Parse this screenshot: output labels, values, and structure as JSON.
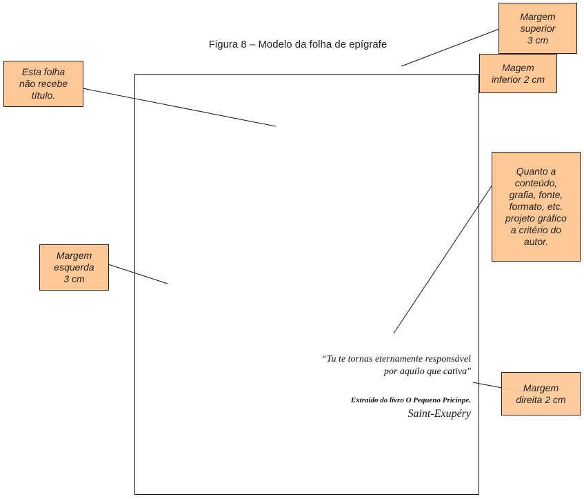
{
  "title": "Figura 8 – Modelo da folha de epígrafe",
  "callouts": {
    "superior": "Margem\nsuperior\n3 cm",
    "inferior": "Magem\ninferior 2 cm",
    "titulo": "Esta folha\nnão recebe\ntítulo.",
    "conteudo": "Quanto a\nconteúdo,\ngrafia, fonte,\nformato, etc.\nprojeto gráfico\na critério do\nautor.",
    "esquerda": "Margem\nesquerda\n3 cm",
    "direita": "Margem\ndireita 2 cm"
  },
  "epigraph": {
    "line1": "“Tu te tornas eternamente responsável",
    "line2": "por aquilo que cativa\"",
    "source": "Extraído do livro O Pequeno Pricinpe.",
    "author": "Saint-Exupéry"
  },
  "colors": {
    "callout_fill": "#FFC896"
  }
}
